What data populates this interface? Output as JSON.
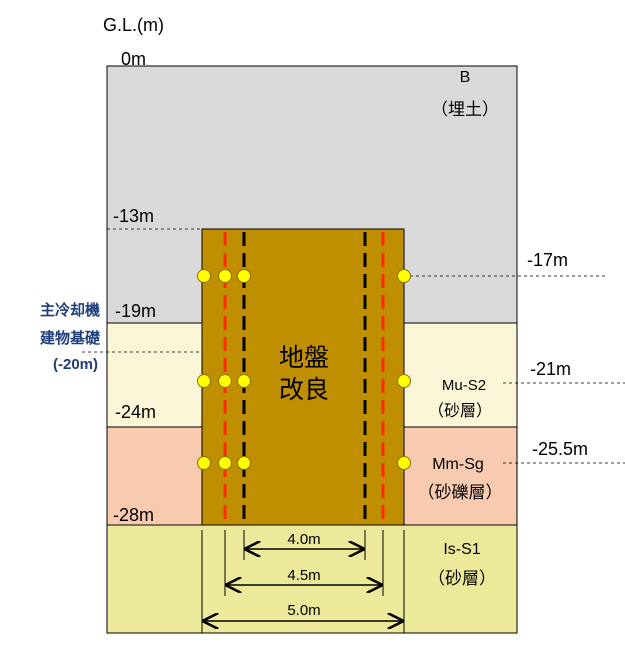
{
  "title": "G.L.(m)",
  "surface_label": "0m",
  "layers": [
    {
      "code": "B",
      "name": "（埋土）",
      "color": "#d9d9d9"
    },
    {
      "code": "",
      "name": "",
      "color": "#fbf6d8"
    },
    {
      "code": "Mu-S2",
      "name": "（砂層）",
      "color": "#fbf6d8"
    },
    {
      "code": "Mm-Sg",
      "name": "（砂礫層）",
      "color": "#f8cbb1"
    },
    {
      "code": "Is-S1",
      "name": "（砂層）",
      "color": "#ecea9a"
    }
  ],
  "left_depths": [
    "-13m",
    "-19m",
    "-24m",
    "-28m"
  ],
  "right_depths": [
    "-17m",
    "-21m",
    "-25.5m"
  ],
  "improvement": {
    "line1": "地盤",
    "line2": "改良",
    "color": "#bf8f00"
  },
  "foundation": {
    "line1": "主冷却機",
    "line2": "建物基礎",
    "line3": "(-20m)"
  },
  "dimensions": [
    "4.0m",
    "4.5m",
    "5.0m"
  ],
  "colors": {
    "red_line": "#ff2a00",
    "black_line": "#000000",
    "sensor": "#ffff00",
    "foundation_text": "#1f3f7a"
  }
}
